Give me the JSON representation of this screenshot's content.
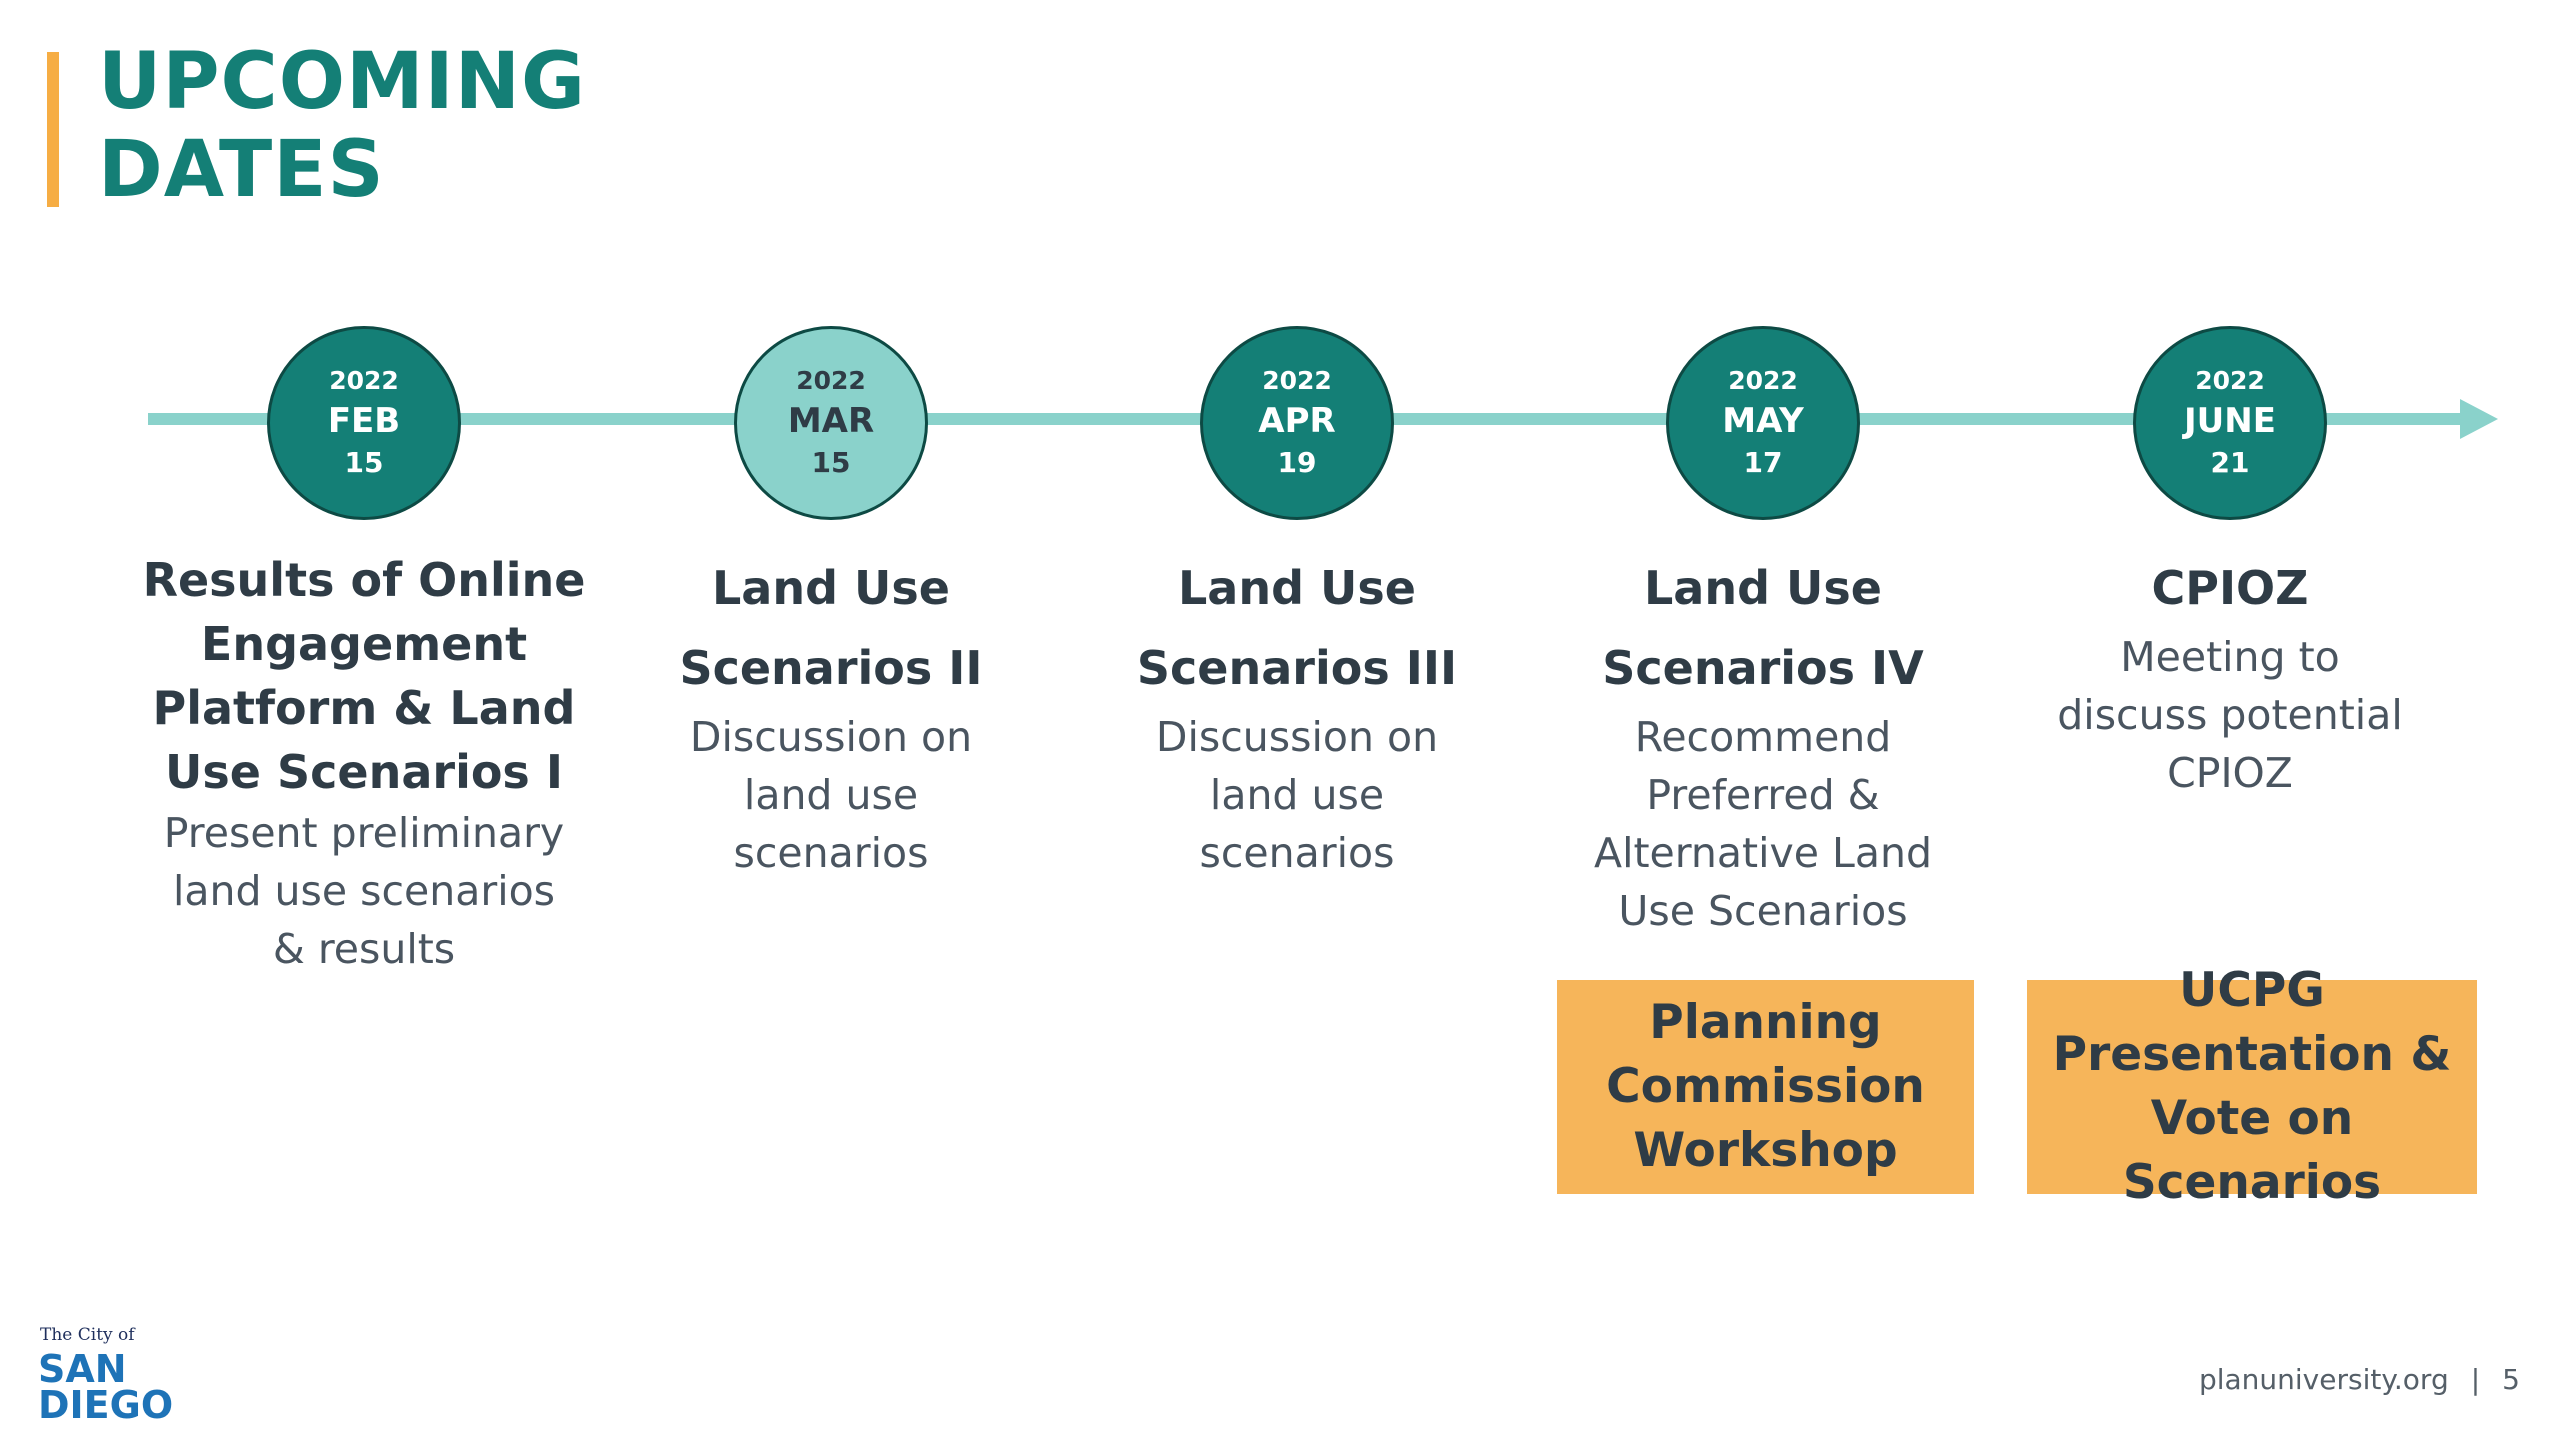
{
  "title": {
    "line1": "UPCOMING",
    "line2": "DATES"
  },
  "milestones": [
    {
      "year": "2022",
      "month": "FEB",
      "day": "15"
    },
    {
      "year": "2022",
      "month": "MAR",
      "day": "15"
    },
    {
      "year": "2022",
      "month": "APR",
      "day": "19"
    },
    {
      "year": "2022",
      "month": "MAY",
      "day": "17"
    },
    {
      "year": "2022",
      "month": "JUNE",
      "day": "21"
    }
  ],
  "events": [
    {
      "heading": [
        "Results of Online",
        "Engagement",
        "Platform & Land",
        "Use Scenarios I"
      ],
      "desc": [
        "Present preliminary",
        "land use scenarios",
        "& results"
      ]
    },
    {
      "heading": [
        "Land Use",
        "Scenarios II"
      ],
      "desc": [
        "Discussion on",
        "land use",
        "scenarios"
      ]
    },
    {
      "heading": [
        "Land Use",
        "Scenarios III"
      ],
      "desc": [
        "Discussion on",
        "land use",
        "scenarios"
      ]
    },
    {
      "heading": [
        "Land Use",
        "Scenarios IV"
      ],
      "desc": [
        "Recommend",
        "Preferred &",
        "Alternative Land",
        "Use Scenarios"
      ]
    },
    {
      "heading": [
        "CPIOZ"
      ],
      "desc": [
        "Meeting to",
        "discuss potential",
        "CPIOZ"
      ]
    }
  ],
  "callouts": [
    {
      "lines": [
        "Planning",
        "Commission",
        "Workshop"
      ]
    },
    {
      "lines": [
        "UCPG",
        "Presentation &",
        "Vote on Scenarios"
      ]
    }
  ],
  "logo": {
    "tagline": "The City of",
    "line1": "SAN",
    "line2": "DIEGO"
  },
  "footer": {
    "site": "planuniversity.org",
    "separator": "|",
    "page": "5"
  },
  "colors": {
    "teal": "#147F76",
    "light_teal": "#8AD2CB",
    "orange": "#F6B55A",
    "accent": "#F6AD44",
    "text": "#2F3C46"
  }
}
